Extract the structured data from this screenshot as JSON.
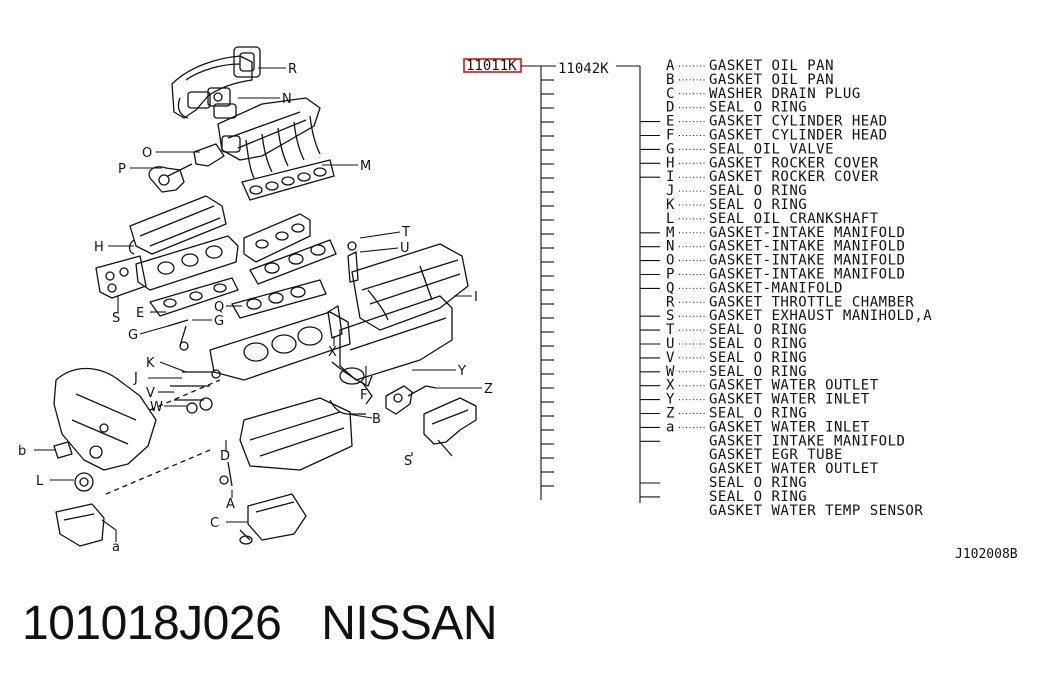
{
  "main_part_number": "11011K",
  "sub_part_number": "11042K",
  "diagram_code": "J102008B",
  "footer": {
    "part_number": "101018J026",
    "brand": "NISSAN"
  },
  "legend": [
    {
      "letter": "A",
      "desc": "GASKET OIL PAN"
    },
    {
      "letter": "B",
      "desc": "GASKET OIL PAN"
    },
    {
      "letter": "C",
      "desc": "WASHER DRAIN PLUG"
    },
    {
      "letter": "D",
      "desc": "SEAL O RING"
    },
    {
      "letter": "E",
      "desc": "GASKET CYLINDER HEAD"
    },
    {
      "letter": "F",
      "desc": "GASKET CYLINDER HEAD"
    },
    {
      "letter": "G",
      "desc": "SEAL OIL VALVE"
    },
    {
      "letter": "H",
      "desc": "GASKET ROCKER COVER"
    },
    {
      "letter": "I",
      "desc": "GASKET ROCKER COVER"
    },
    {
      "letter": "J",
      "desc": "SEAL O RING"
    },
    {
      "letter": "K",
      "desc": "SEAL O RING"
    },
    {
      "letter": "L",
      "desc": "SEAL OIL CRANKSHAFT"
    },
    {
      "letter": "M",
      "desc": "GASKET-INTAKE MANIFOLD"
    },
    {
      "letter": "N",
      "desc": "GASKET-INTAKE MANIFOLD"
    },
    {
      "letter": "O",
      "desc": "GASKET-INTAKE MANIFOLD"
    },
    {
      "letter": "P",
      "desc": "GASKET-INTAKE MANIFOLD"
    },
    {
      "letter": "Q",
      "desc": "GASKET-MANIFOLD"
    },
    {
      "letter": "R",
      "desc": "GASKET THROTTLE CHAMBER"
    },
    {
      "letter": "S",
      "desc": "GASKET EXHAUST MANIHOLD,A"
    },
    {
      "letter": "T",
      "desc": "SEAL O RING"
    },
    {
      "letter": "U",
      "desc": "SEAL O RING"
    },
    {
      "letter": "V",
      "desc": "SEAL O RING"
    },
    {
      "letter": "W",
      "desc": "SEAL O RING"
    },
    {
      "letter": "X",
      "desc": "GASKET WATER OUTLET"
    },
    {
      "letter": "Y",
      "desc": "GASKET WATER INLET"
    },
    {
      "letter": "Z",
      "desc": "SEAL O RING"
    },
    {
      "letter": "a",
      "desc": "GASKET WATER INLET"
    },
    {
      "letter": "",
      "desc": "GASKET INTAKE MANIFOLD"
    },
    {
      "letter": "",
      "desc": "GASKET EGR TUBE"
    },
    {
      "letter": "",
      "desc": "GASKET WATER OUTLET"
    },
    {
      "letter": "",
      "desc": "SEAL O RING"
    },
    {
      "letter": "",
      "desc": "SEAL O RING"
    },
    {
      "letter": "",
      "desc": "GASKET WATER TEMP SENSOR"
    }
  ],
  "callouts": [
    "R",
    "N",
    "O",
    "P",
    "M",
    "H",
    "T",
    "U",
    "E",
    "Q",
    "I",
    "S",
    "G",
    "G",
    "X",
    "K",
    "J",
    "Y",
    "V",
    "Z",
    "W",
    "F",
    "B",
    "b",
    "D",
    "L",
    "S",
    "A",
    "C",
    "a"
  ]
}
